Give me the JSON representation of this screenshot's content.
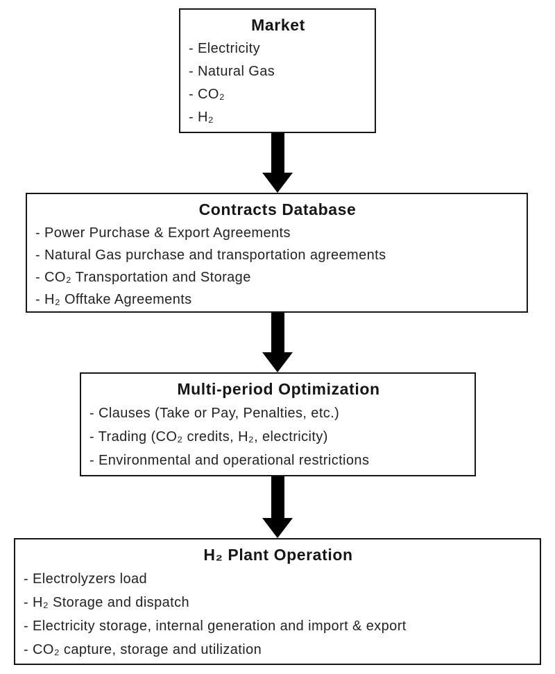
{
  "diagram": {
    "type": "flowchart",
    "direction": "top-to-bottom",
    "colors": {
      "background": "#ffffff",
      "box_border": "#161616",
      "title_text": "#161616",
      "body_text": "#222222",
      "arrow": "#000000"
    },
    "boxes": [
      {
        "id": "market",
        "title": "Market",
        "items": [
          "- Electricity",
          "- Natural Gas",
          "- CO₂",
          "- H₂"
        ]
      },
      {
        "id": "contracts-database",
        "title": "Contracts Database",
        "items": [
          "- Power Purchase & Export Agreements",
          "- Natural Gas purchase and transportation agreements",
          "- CO₂ Transportation and Storage",
          "- H₂ Offtake Agreements"
        ]
      },
      {
        "id": "multi-period-optimization",
        "title": "Multi-period Optimization",
        "items": [
          "- Clauses (Take or Pay, Penalties, etc.)",
          "- Trading (CO₂ credits,  H₂,  electricity)",
          "- Environmental and operational restrictions"
        ]
      },
      {
        "id": "h2-plant-operation",
        "title": "H₂ Plant Operation",
        "items": [
          "- Electrolyzers load",
          "- H₂ Storage and dispatch",
          "- Electricity storage, internal generation and import & export",
          "- CO₂ capture, storage and utilization"
        ]
      }
    ],
    "arrows": [
      {
        "from": "market",
        "to": "contracts-database"
      },
      {
        "from": "contracts-database",
        "to": "multi-period-optimization"
      },
      {
        "from": "multi-period-optimization",
        "to": "h2-plant-operation"
      }
    ]
  }
}
